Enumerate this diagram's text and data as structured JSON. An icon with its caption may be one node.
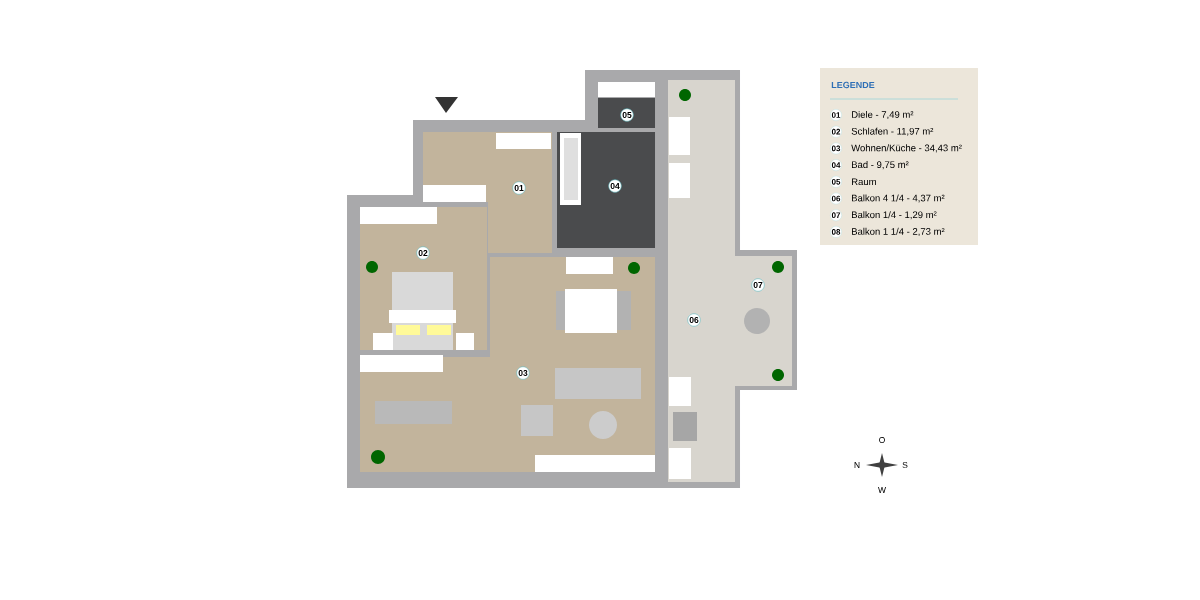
{
  "diagram": {
    "nodes": [
      {
        "text": [
          "01"
        ]
      },
      {
        "text": [
          "02"
        ]
      },
      {
        "text": [
          "03"
        ]
      },
      {
        "text": [
          "04"
        ]
      },
      {
        "text": [
          "05"
        ]
      },
      {
        "text": [
          "06"
        ]
      },
      {
        "text": [
          "07"
        ]
      }
    ],
    "labels": [
      "LEGENDE",
      "01",
      "02",
      "03",
      "04",
      "05",
      "06",
      "07",
      "08",
      "O",
      "N",
      "S",
      "W"
    ],
    "legend": [
      {
        "text": "Diele - 7,49 m²"
      },
      {
        "text": "Schlafen - 11,97 m²"
      },
      {
        "text": "Wohnen/Küche - 34,43 m²"
      },
      {
        "text": "Bad - 9,75 m²"
      },
      {
        "text": "Raum"
      },
      {
        "text": "Balkon 4 1/4 - 4,37 m²"
      },
      {
        "text": "Balkon 1/4 - 1,29 m²"
      },
      {
        "text": "Balkon 1 1/4 - 2,73 m²"
      }
    ]
  }
}
